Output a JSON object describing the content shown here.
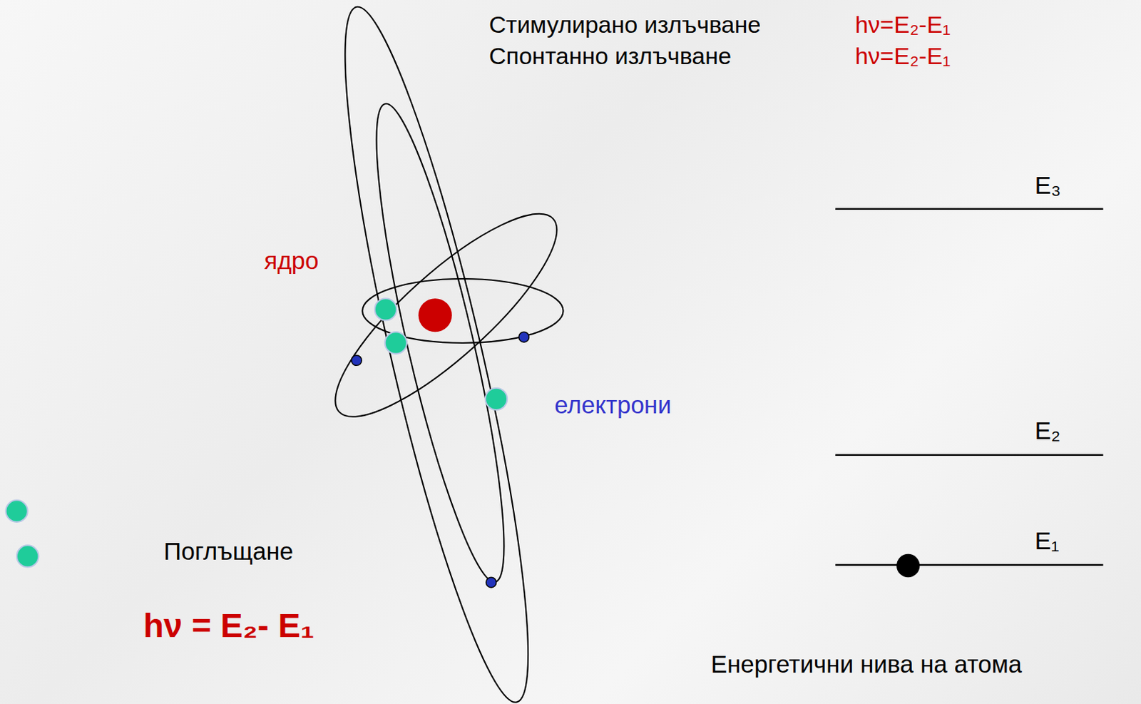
{
  "diagram": {
    "labels": [
      "Стимулирано излъчване",
      "hν=E₂-E₁",
      "Спонтанно излъчване",
      "hν=E₂-E₁",
      "ядро",
      "електрони",
      "Поглъщане",
      "hν = E₂- E₁",
      "E₃",
      "E₂",
      "E₁",
      "Енергетични нива на атома"
    ]
  }
}
